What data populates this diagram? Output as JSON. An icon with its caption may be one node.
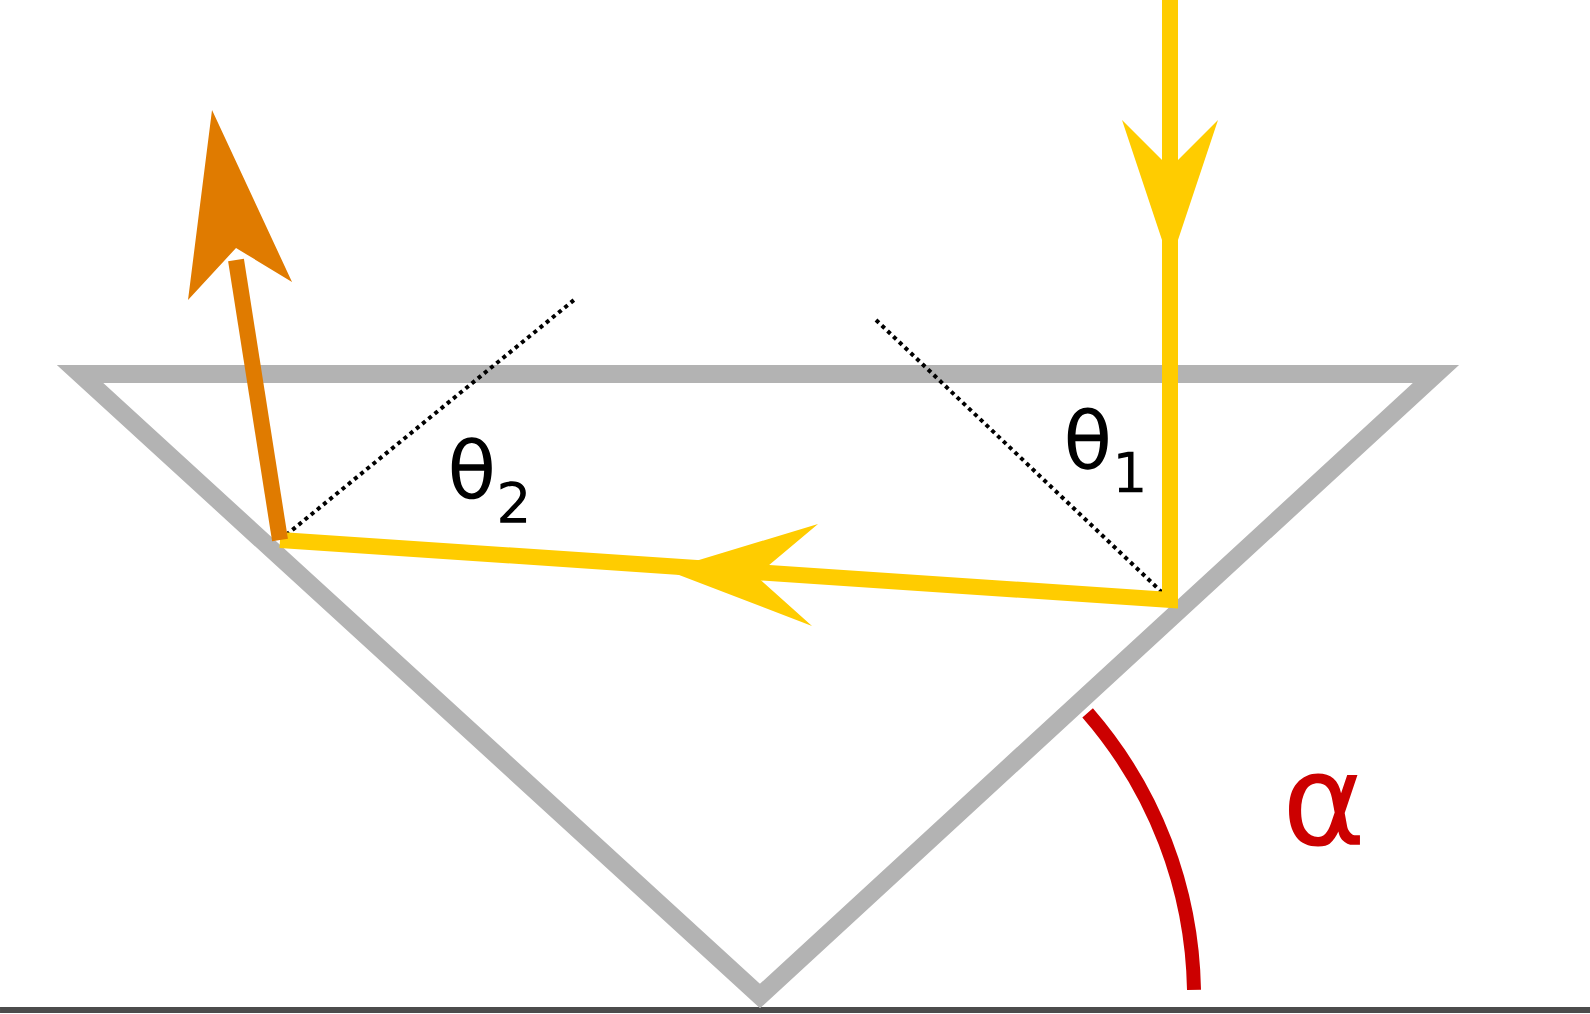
{
  "diagram": {
    "labels": [
      "θ$_{2}$",
      "θ$_{1}$",
      "α"
    ]
  }
}
